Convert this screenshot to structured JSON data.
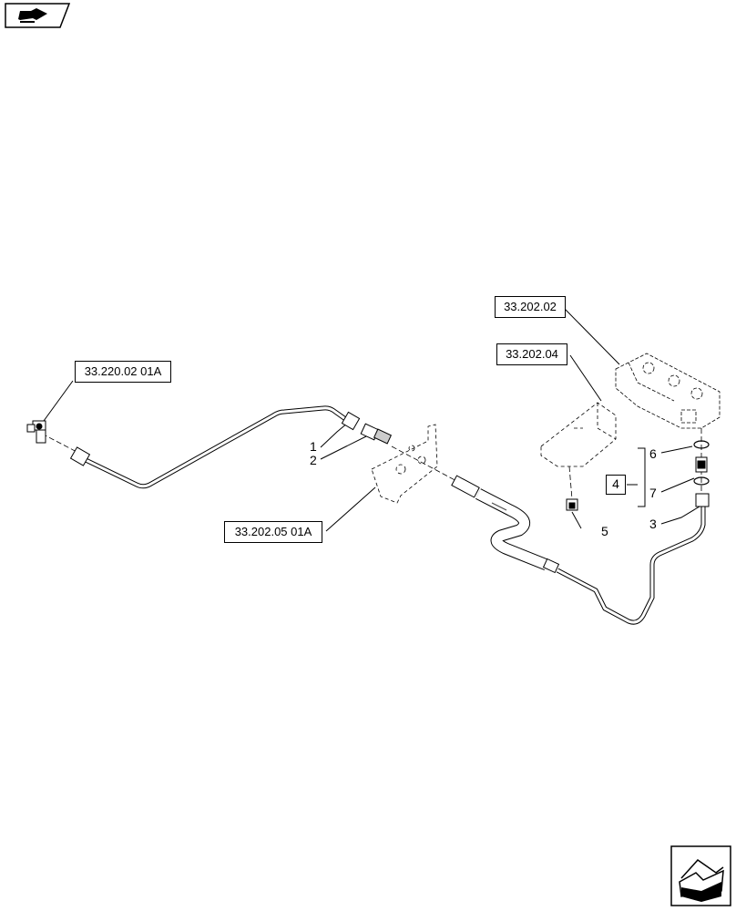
{
  "references": {
    "ref_33_220_02_01a": "33.220.02 01A",
    "ref_33_202_02": "33.202.02",
    "ref_33_202_04": "33.202.04",
    "ref_33_202_05_01a": "33.202.05 01A"
  },
  "callouts": {
    "c1": "1",
    "c2": "2",
    "c3": "3",
    "c4": "4",
    "c5": "5",
    "c6": "6",
    "c7": "7"
  },
  "icons": {
    "top_left": "book-arrow-icon",
    "bottom_right": "next-page-arrow-icon"
  }
}
